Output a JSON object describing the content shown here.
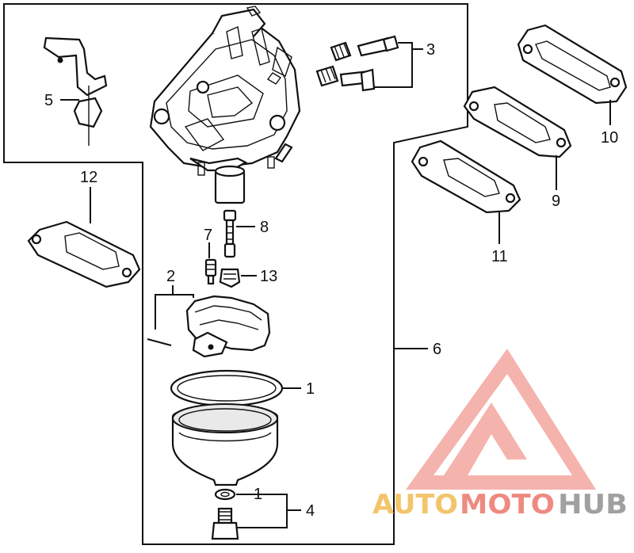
{
  "callouts": {
    "c1a": "1",
    "c1b": "1",
    "c2": "2",
    "c3": "3",
    "c4": "4",
    "c5": "5",
    "c6": "6",
    "c7": "7",
    "c8": "8",
    "c9": "9",
    "c10": "10",
    "c11": "11",
    "c12": "12",
    "c13": "13"
  },
  "watermark": {
    "auto": "AUTO",
    "moto": "MOTO",
    "hub": "HUB",
    "colors": {
      "auto": "#f3c46a",
      "moto": "#ee8a80",
      "hub": "#a0a0a0",
      "logo": "#f4a6a0"
    }
  }
}
